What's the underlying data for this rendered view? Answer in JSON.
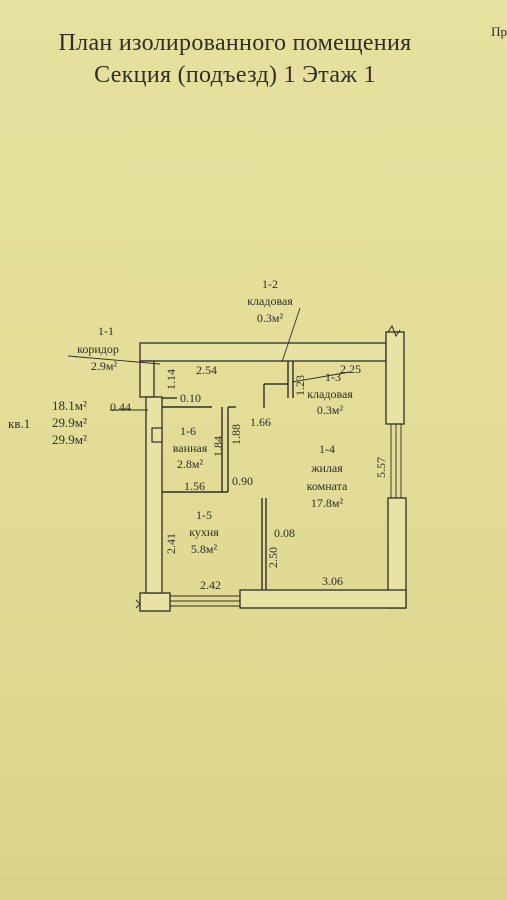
{
  "header": {
    "title_line1": "План изолированного помещения",
    "title_line2": "Секция (подъезд) 1 Этаж 1",
    "corner_text": "Пр"
  },
  "apartment": {
    "label": "кв.1",
    "area_living": "18.1м²",
    "area_total": "29.9м²",
    "area_total2": "29.9м²"
  },
  "rooms": {
    "corridor": {
      "number": "1-1",
      "name": "коридор",
      "area": "2.9м²"
    },
    "storage_top": {
      "number": "1-2",
      "name": "кладовая",
      "area": "0.3м²"
    },
    "storage": {
      "number": "1-3",
      "name": "кладовая",
      "area": "0.3м²"
    },
    "living": {
      "number": "1-4",
      "name_line1": "жилая",
      "name_line2": "комната",
      "area": "17.8м²"
    },
    "kitchen": {
      "number": "1-5",
      "name": "кухня",
      "area": "5.8м²"
    },
    "bathroom": {
      "number": "1-6",
      "name": "ванная",
      "area": "2.8м²"
    }
  },
  "dimensions": {
    "d254": "2.54",
    "d225": "2.25",
    "d114": "1.14",
    "d123": "1.23",
    "d044": "0.44",
    "d010": "0.10",
    "d184": "1.84",
    "d188": "1.88",
    "d166": "1.66",
    "d557": "5.57",
    "d156": "1.56",
    "d090": "0.90",
    "d008": "0.08",
    "d241": "2.41",
    "d250": "2.50",
    "d242": "2.42",
    "d306": "3.06"
  },
  "colors": {
    "paper": "#e4de9a",
    "ink": "#2f2e28",
    "wall_fill": "#e8e2a4"
  }
}
